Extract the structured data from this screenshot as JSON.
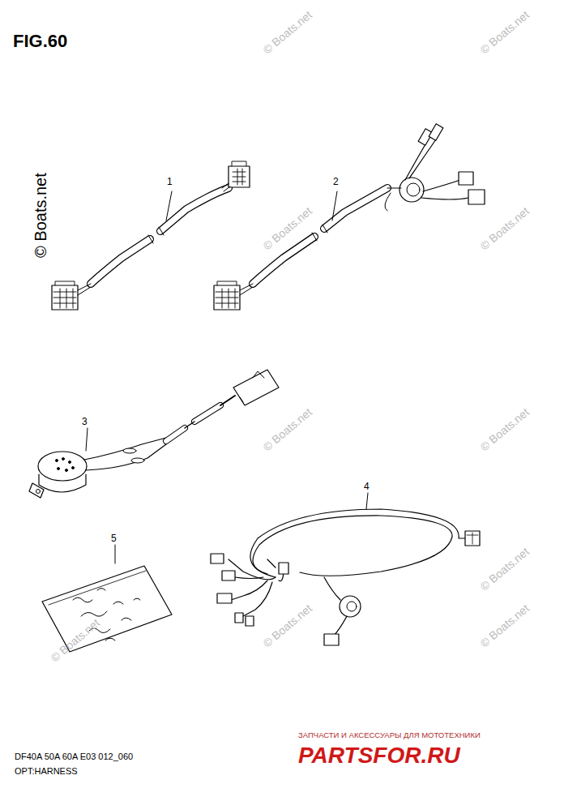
{
  "diagram": {
    "title": "FIG.60",
    "labels": [
      "1",
      "2",
      "3",
      "4",
      "5",
      "© Boats.net",
      "© Boats.net",
      "© Boats.net",
      "© Boats.net",
      "© Boats.net",
      "© Boats.net",
      "© Boats.net",
      "© Boats.net",
      "© Boats.net",
      "© Boats.net",
      "© Boats.net",
      "DF40A 50A 60A E03 012_060",
      "OPT:HARNESS",
      "ЗАПЧАСТИ И АКСЕССУАРЫ ДЛЯ МОТОТЕХНИКИ",
      "PARTSFOR.RU"
    ]
  }
}
